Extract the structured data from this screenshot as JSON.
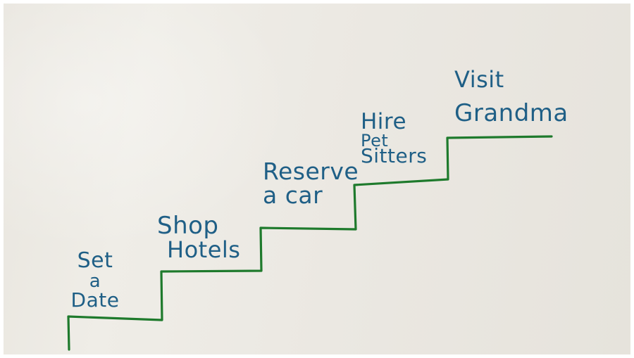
{
  "colors": {
    "line": "#1e7a2c",
    "ink": "#1f5f86"
  },
  "staircase": {
    "steps": [
      {
        "lines": [
          "Set",
          "a",
          "Date"
        ]
      },
      {
        "lines": [
          "Shop",
          "Hotels"
        ]
      },
      {
        "lines": [
          "Reserve",
          "a car"
        ]
      },
      {
        "lines": [
          "Hire",
          "Pet",
          "Sitters"
        ]
      },
      {
        "lines": [
          "Visit",
          "Grandma"
        ]
      }
    ]
  }
}
